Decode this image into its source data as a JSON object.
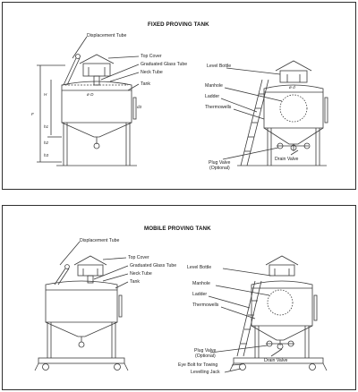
{
  "fixed_tank": {
    "title": "FIXED PROVING TANK",
    "labels": {
      "displacement_tube": "Displacement Tube",
      "top_cover": "Top Cover",
      "graduated_glass_tube": "Graduated Glass Tube",
      "neck_tube": "Neck Tube",
      "tank": "Tank",
      "level_bottle": "Level Bottle",
      "manhole": "Manhole",
      "ladder": "Ladder",
      "thermowells": "Thermowells",
      "plug_valve_line1": "Plug Valve",
      "plug_valve_line2": "(Optional)",
      "drain_valve": "Drain Valve"
    },
    "dimensions": {
      "diameter": "ø D",
      "diameter_small": "ø d",
      "height": "H",
      "h1": "h1",
      "h2": "h2",
      "h3": "h3",
      "d3": "d3",
      "f": "F"
    }
  },
  "mobile_tank": {
    "title": "MOBILE PROVING TANK",
    "labels": {
      "displacement_tube": "Displacement Tube",
      "top_cover": "Top Cover",
      "graduated_glass_tube": "Graduated Glass Tube",
      "neck_tube": "Neck Tube",
      "tank": "Tank",
      "level_bottle": "Level Bottle",
      "manhole": "Manhole",
      "ladder": "Ladder",
      "thermowells": "Thermowells",
      "plug_valve_line1": "Plug Valve",
      "plug_valve_line2": "(Optional)",
      "drain_valve": "Drain Valve",
      "eye_bolt": "Eye Bolt for Towing",
      "levelling_jack": "Levelling Jack"
    }
  }
}
